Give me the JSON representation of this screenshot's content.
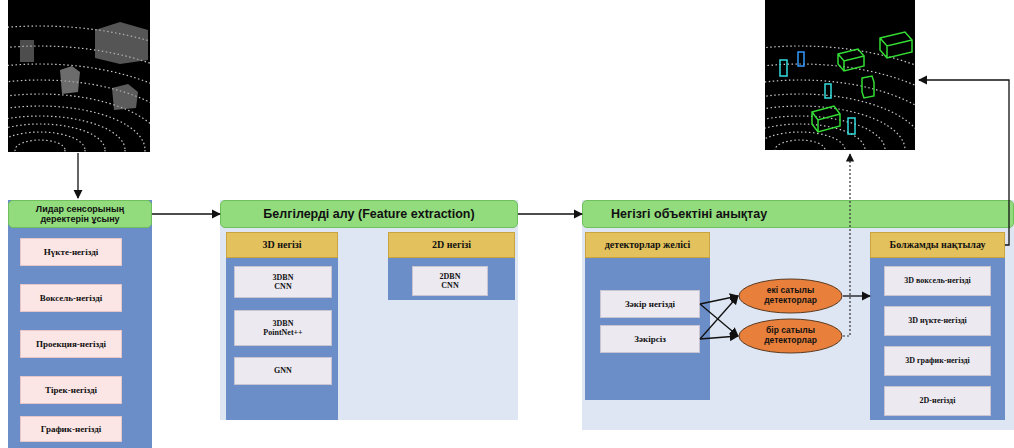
{
  "diagram": {
    "nodes": [
      {
        "text": [
          "Лидар сенсорының деректерін ұсыну"
        ]
      },
      {
        "text": [
          "Нүкте-негізді"
        ],
        "in": 0
      },
      {
        "text": [
          "Воксель-негізді"
        ],
        "in": 0
      },
      {
        "text": [
          "Проекция-негізді"
        ],
        "in": 0
      },
      {
        "text": [
          "Тірек-негізді"
        ],
        "in": 0
      },
      {
        "text": [
          "График-негізді"
        ],
        "in": 0
      },
      {
        "text": [
          "Белгілерді алу (Feature extraction)"
        ]
      },
      {
        "text": [
          "3D негізі"
        ],
        "in": 6
      },
      {
        "text": [
          "3DBN CNN"
        ],
        "in": 7
      },
      {
        "text": [
          "3DBN PointNet++"
        ],
        "in": 7
      },
      {
        "text": [
          "GNN"
        ],
        "in": 7
      },
      {
        "text": [
          "2D негізі"
        ],
        "in": 6
      },
      {
        "text": [
          "2DBN CNN"
        ],
        "in": 11
      },
      {
        "text": [
          "Негізгі объектіні анықтау"
        ]
      },
      {
        "text": [
          "детекторлар желісі"
        ],
        "in": 13
      },
      {
        "text": [
          "Зәкір негізді"
        ],
        "in": 14
      },
      {
        "text": [
          "Зәкірсіз"
        ],
        "in": 14
      },
      {
        "text": [
          "екі сатылы детекторлар"
        ],
        "in": 13
      },
      {
        "text": [
          "бір сатылы детекторлар"
        ],
        "in": 13
      },
      {
        "text": [
          "Болжамды нақтылау"
        ],
        "in": 13
      },
      {
        "text": [
          "3D воксель-негізді"
        ],
        "in": 19
      },
      {
        "text": [
          "3D нүкте-негізді"
        ],
        "in": 19
      },
      {
        "text": [
          "3D график-негізді"
        ],
        "in": 19
      },
      {
        "text": [
          "2D-негізді"
        ],
        "in": 19
      }
    ],
    "edges": [
      {
        "from": 0,
        "to": 6,
        "arrow": "to"
      },
      {
        "from": 6,
        "to": 13,
        "arrow": "to"
      },
      {
        "from": 15,
        "to": 17,
        "arrow": "to"
      },
      {
        "from": 15,
        "to": 18,
        "arrow": "to"
      },
      {
        "from": 16,
        "to": 17,
        "arrow": "to"
      },
      {
        "from": 16,
        "to": 18,
        "arrow": "to"
      },
      {
        "from": 17,
        "to": 19,
        "arrow": "to"
      }
    ]
  }
}
